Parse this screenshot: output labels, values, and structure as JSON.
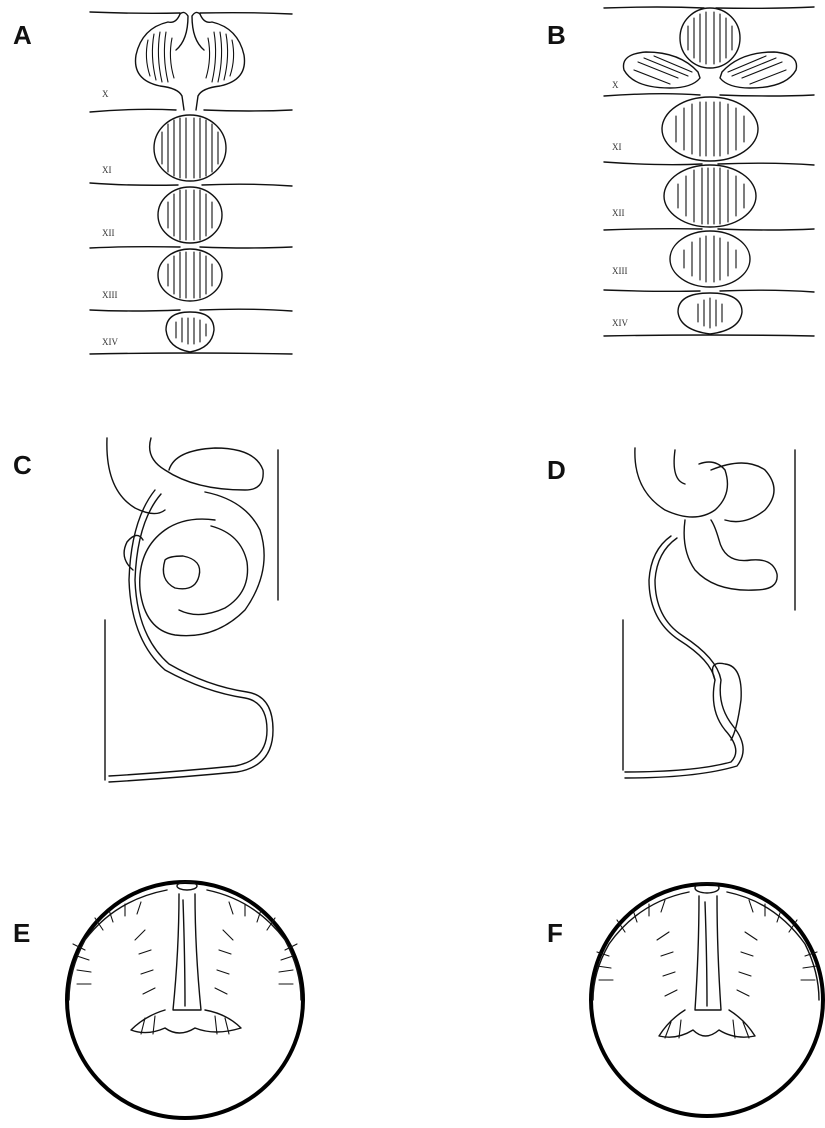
{
  "panels": {
    "A": {
      "label": "A",
      "segments": [
        "X",
        "XI",
        "XII",
        "XIII",
        "XIV"
      ]
    },
    "B": {
      "label": "B",
      "segments": [
        "X",
        "XI",
        "XII",
        "XIII",
        "XIV"
      ]
    },
    "C": {
      "label": "C"
    },
    "D": {
      "label": "D"
    },
    "E": {
      "label": "E"
    },
    "F": {
      "label": "F"
    }
  }
}
